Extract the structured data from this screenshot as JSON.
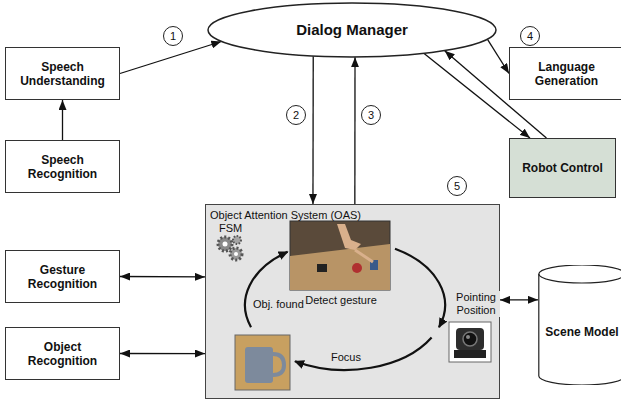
{
  "diagram": {
    "nodes": [
      {
        "text": [
          "Speech Understanding"
        ]
      },
      {
        "text": [
          "Dialog Manager"
        ]
      },
      {
        "text": [
          "Language Generation"
        ]
      },
      {
        "text": [
          "Speech Recognition"
        ]
      },
      {
        "text": [
          "Robot Control"
        ]
      },
      {
        "text": [
          "Object Attention System (OAS)"
        ]
      },
      {
        "text": [
          "Gesture Recognition"
        ]
      },
      {
        "text": [
          "Object Recognition"
        ]
      },
      {
        "text": [
          "Scene Model"
        ]
      }
    ],
    "edges": [
      {
        "from": 0,
        "to": 1,
        "arrow": "to"
      },
      {
        "from": 3,
        "to": 0,
        "arrow": "to"
      },
      {
        "from": 1,
        "to": 2,
        "arrow": "to"
      },
      {
        "from": 1,
        "to": 5,
        "arrow": "to"
      },
      {
        "from": 5,
        "to": 1,
        "arrow": "to"
      },
      {
        "from": 1,
        "to": 4,
        "arrow": "to"
      },
      {
        "from": 4,
        "to": 1,
        "arrow": "to"
      },
      {
        "from": 6,
        "to": 5,
        "arrow": "both"
      },
      {
        "from": 7,
        "to": 5,
        "arrow": "both"
      },
      {
        "from": 5,
        "to": 8,
        "arrow": "both"
      }
    ],
    "labels": [
      "1",
      "2",
      "3",
      "4",
      "5",
      "FSM",
      "Detect gesture",
      "Pointing Position",
      "Focus",
      "Obj. found"
    ]
  }
}
